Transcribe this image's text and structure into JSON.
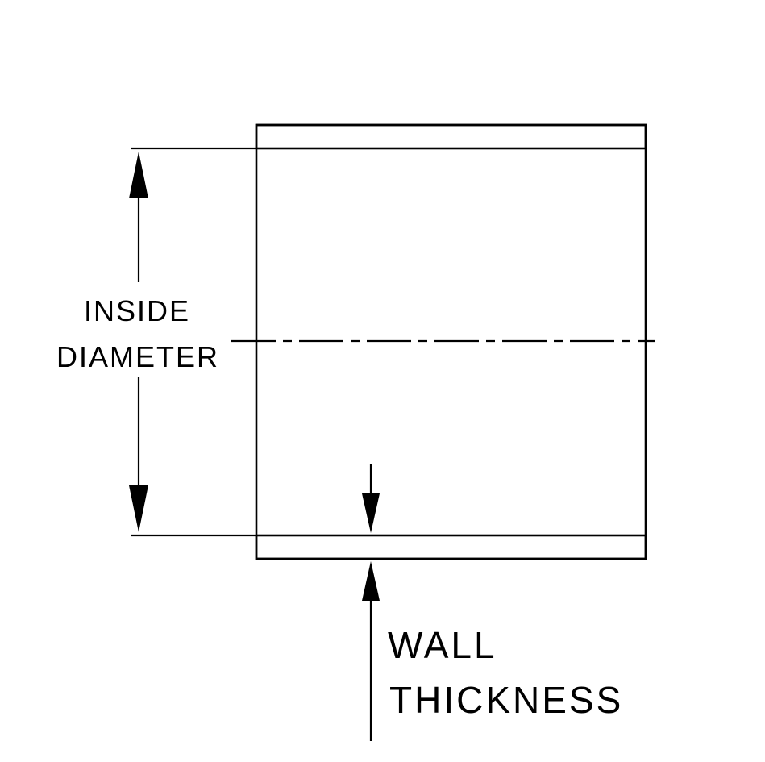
{
  "diagram": {
    "type": "technical-drawing",
    "subject": "hose-coupler-cross-section",
    "labels": {
      "inside_diameter": {
        "line1": "INSIDE",
        "line2": "DIAMETER"
      },
      "wall_thickness": {
        "line1": "WALL",
        "line2": "THICKNESS"
      }
    },
    "colors": {
      "ink": "#000000",
      "paper": "#ffffff"
    }
  }
}
